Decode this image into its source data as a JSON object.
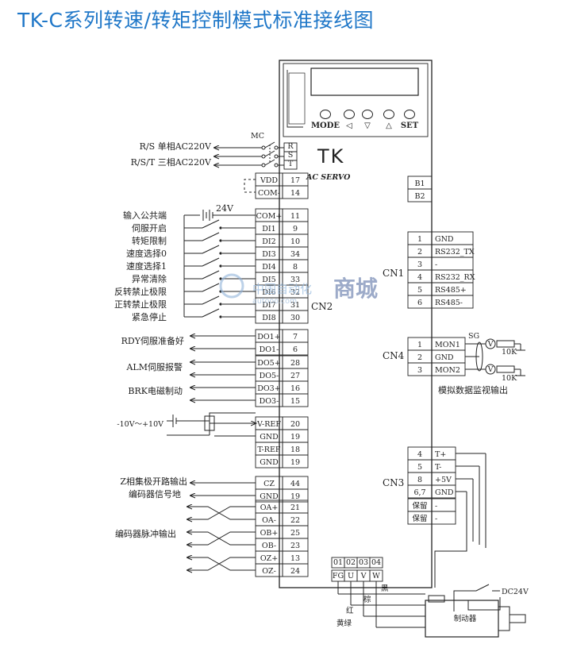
{
  "title": "TK-C系列转速/转矩控制模式标准接线图",
  "power": {
    "mc": "MC",
    "rs_label": "R/S 单相AC220V",
    "rst_label": "R/S/T 三相AC220V",
    "terms": [
      "R",
      "S",
      "T"
    ]
  },
  "drive": {
    "logo": "TK",
    "servo": "AC SERVO",
    "keys": [
      "MODE",
      "◁",
      "▽",
      "△",
      "SET"
    ]
  },
  "cn2": {
    "name": "CN2",
    "vdd": {
      "name": "VDD",
      "pin": "17"
    },
    "com_minus": {
      "name": "COM-",
      "pin": "14"
    },
    "supply_v": "24V",
    "inputs": [
      {
        "label": "输入公共端",
        "name": "COM+",
        "pin": "11"
      },
      {
        "label": "伺服开启",
        "name": "DI1",
        "pin": "9"
      },
      {
        "label": "转矩限制",
        "name": "DI2",
        "pin": "10"
      },
      {
        "label": "速度选择0",
        "name": "DI3",
        "pin": "34"
      },
      {
        "label": "速度选择1",
        "name": "DI4",
        "pin": "8"
      },
      {
        "label": "异常清除",
        "name": "DI5",
        "pin": "33"
      },
      {
        "label": "反转禁止极限",
        "name": "DI6",
        "pin": "32"
      },
      {
        "label": "正转禁止极限",
        "name": "DI7",
        "pin": "31"
      },
      {
        "label": "紧急停止",
        "name": "DI8",
        "pin": "30"
      }
    ],
    "outputs": [
      {
        "name": "DO1+",
        "pin": "7"
      },
      {
        "name": "DO1-",
        "pin": "6"
      },
      {
        "name": "DO5+",
        "pin": "28"
      },
      {
        "name": "DO5-",
        "pin": "27"
      },
      {
        "name": "DO3+",
        "pin": "16"
      },
      {
        "name": "DO3-",
        "pin": "15"
      }
    ],
    "output_labels": [
      "RDY伺服准备好",
      "ALM伺服报警",
      "BRK电磁制动"
    ],
    "analog_label": "-10V～+10V",
    "analog": [
      {
        "name": "V-REF",
        "pin": "20"
      },
      {
        "name": "GND",
        "pin": "19"
      },
      {
        "name": "T-REF",
        "pin": "18"
      },
      {
        "name": "GND",
        "pin": "19"
      }
    ],
    "cz_label": "Z相集极开路输出",
    "gnd_label": "编码器信号地",
    "cz": [
      {
        "name": "CZ",
        "pin": "44"
      },
      {
        "name": "GND",
        "pin": "19"
      }
    ],
    "pulse_label": "编码器脉冲输出",
    "pulse": [
      {
        "name": "OA+",
        "pin": "21"
      },
      {
        "name": "OA-",
        "pin": "22"
      },
      {
        "name": "OB+",
        "pin": "25"
      },
      {
        "name": "OB-",
        "pin": "23"
      },
      {
        "name": "OZ+",
        "pin": "13"
      },
      {
        "name": "OZ-",
        "pin": "24"
      }
    ]
  },
  "brake": {
    "b1": "B1",
    "b2": "B2"
  },
  "cn1": {
    "name": "CN1",
    "rows": [
      {
        "pin": "1",
        "sig": "GND"
      },
      {
        "pin": "2",
        "sig": "RS232_TX"
      },
      {
        "pin": "3",
        "sig": "-"
      },
      {
        "pin": "4",
        "sig": "RS232_RX"
      },
      {
        "pin": "5",
        "sig": "RS485+"
      },
      {
        "pin": "6",
        "sig": "RS485-"
      }
    ]
  },
  "cn4": {
    "name": "CN4",
    "rows": [
      {
        "pin": "1",
        "sig": "MON1"
      },
      {
        "pin": "2",
        "sig": "GND"
      },
      {
        "pin": "3",
        "sig": "MON2"
      }
    ],
    "sg": "SG",
    "meter": "V",
    "res": "10K",
    "caption": "模拟数据监视输出"
  },
  "cn3": {
    "name": "CN3",
    "rows": [
      {
        "pin": "4",
        "sig": "T+"
      },
      {
        "pin": "5",
        "sig": "T-"
      },
      {
        "pin": "8",
        "sig": "+5V"
      },
      {
        "pin": "6,7",
        "sig": "GND"
      },
      {
        "pin": "保留",
        "sig": "-"
      },
      {
        "pin": "保留",
        "sig": "-"
      }
    ]
  },
  "motor_block": {
    "nums": [
      "01",
      "02",
      "03",
      "04"
    ],
    "sigs": [
      "FG",
      "U",
      "V",
      "W"
    ],
    "colors": [
      "黑",
      "棕",
      "红",
      "黄绿"
    ]
  },
  "motor": {
    "dc": "DC24V",
    "brake": "制动器"
  },
  "watermark": {
    "cn": "中国自动化",
    "big": "商城",
    "url": "autooo.com"
  }
}
